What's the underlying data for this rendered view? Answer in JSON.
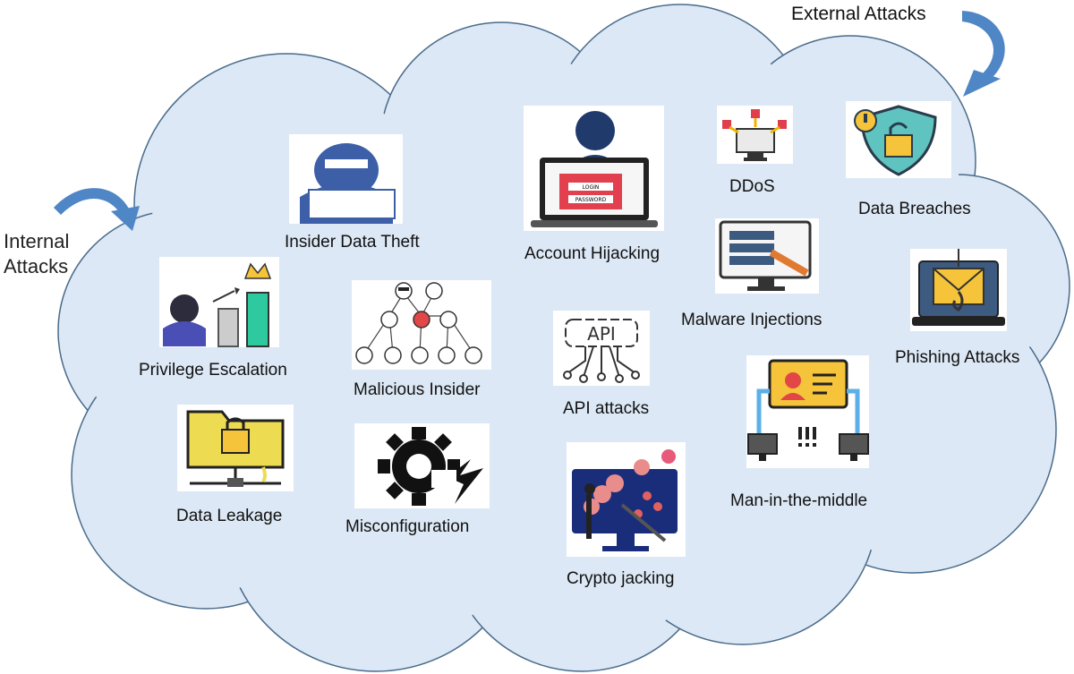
{
  "external_label": "External Attacks",
  "internal_label_line1": "Internal",
  "internal_label_line2": "Attacks",
  "items": {
    "insider_data_theft": "Insider Data Theft",
    "account_hijacking": "Account Hijacking",
    "ddos": "DDoS",
    "data_breaches": "Data Breaches",
    "malware_injections": "Malware Injections",
    "phishing_attacks": "Phishing Attacks",
    "privilege_escalation": "Privilege Escalation",
    "malicious_insider": "Malicious Insider",
    "api_attacks": "API attacks",
    "data_leakage": "Data Leakage",
    "misconfiguration": "Misconfiguration",
    "crypto_jacking": "Crypto jacking",
    "man_in_the_middle": "Man-in-the-middle"
  },
  "icon_text": {
    "login": "LOGIN",
    "password": "PASSWORD",
    "api": "API"
  },
  "colors": {
    "cloud_fill": "#dce8f5",
    "cloud_stroke": "#4a6b8a",
    "arrow": "#4f86c6"
  }
}
